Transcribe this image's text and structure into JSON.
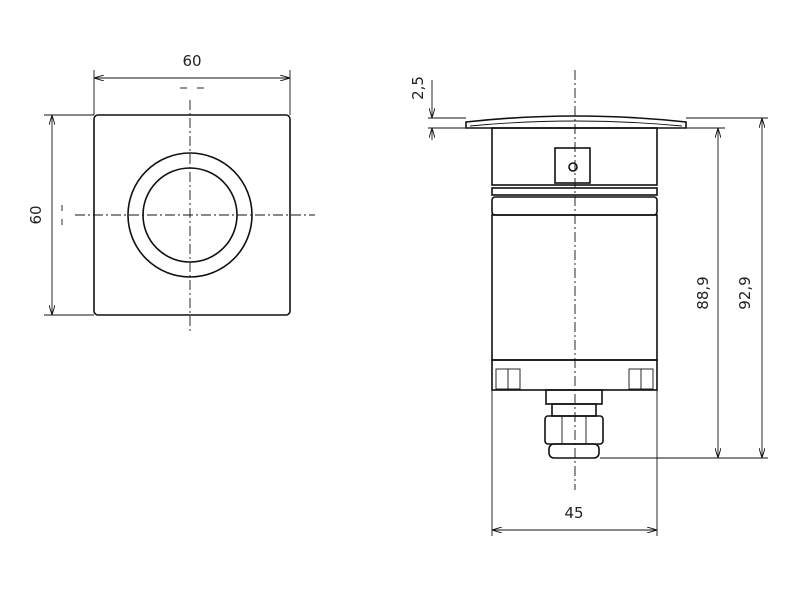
{
  "top_view": {
    "width_label": "60",
    "height_label": "60"
  },
  "side_view": {
    "flange_label": "2,5",
    "body_height_label": "88,9",
    "total_height_label": "92,9",
    "diameter_label": "45"
  },
  "colors": {
    "line": "#111111",
    "background": "#ffffff"
  }
}
